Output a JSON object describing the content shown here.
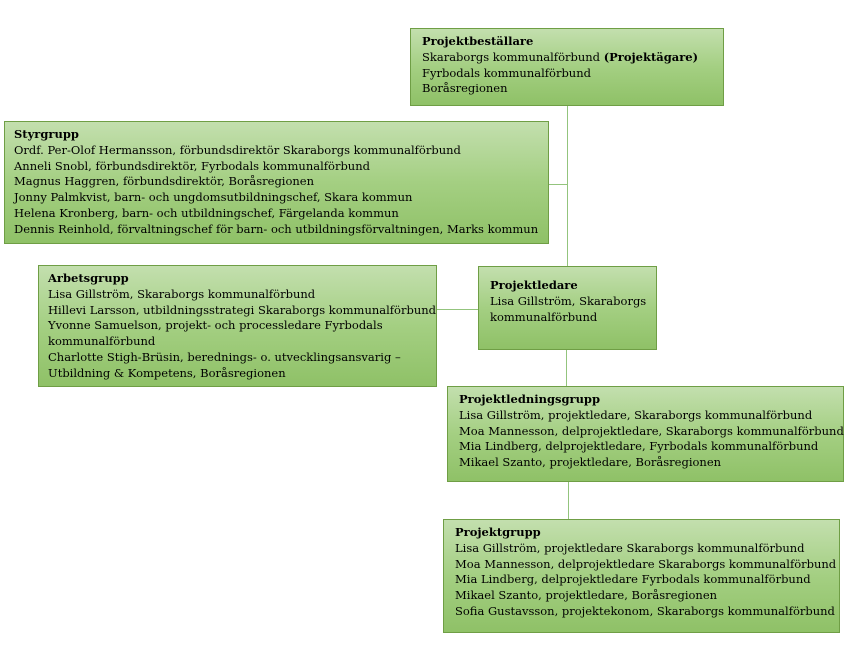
{
  "boxes": {
    "bestallare": {
      "title": "Projektbeställare",
      "line1_main": "Skaraborgs kommunalförbund ",
      "line1_bold": "(Projektägare)",
      "lines": [
        "Fyrbodals kommunalförbund",
        "Boråsregionen"
      ]
    },
    "styrgrupp": {
      "title": "Styrgrupp",
      "lines": [
        "Ordf. Per-Olof Hermansson, förbundsdirektör Skaraborgs kommunalförbund",
        "Anneli Snobl, förbundsdirektör, Fyrbodals kommunalförbund",
        "Magnus Haggren, förbundsdirektör, Boråsregionen",
        "Jonny Palmkvist, barn- och ungdomsutbildningschef, Skara kommun",
        "Helena Kronberg, barn- och utbildningschef, Färgelanda kommun",
        "Dennis Reinhold, förvaltningschef för barn- och utbildningsförvaltningen, Marks kommun"
      ]
    },
    "arbetsgrupp": {
      "title": "Arbetsgrupp",
      "lines": [
        "Lisa Gillström, Skaraborgs kommunalförbund",
        "Hillevi Larsson, utbildningsstrategi Skaraborgs kommunalförbund",
        "Yvonne Samuelson, projekt- och processledare Fyrbodals",
        "kommunalförbund",
        "Charlotte Stigh-Brüsin, berednings- o. utvecklingsansvarig –",
        "Utbildning & Kompetens, Boråsregionen"
      ]
    },
    "projektledare": {
      "title": "Projektledare",
      "lines": [
        "Lisa Gillström, Skaraborgs",
        "kommunalförbund"
      ]
    },
    "ledningsgrupp": {
      "title": "Projektledningsgrupp",
      "lines": [
        "Lisa Gillström, projektledare, Skaraborgs kommunalförbund",
        "Moa Mannesson, delprojektledare, Skaraborgs kommunalförbund",
        "Mia Lindberg, delprojektledare, Fyrbodals kommunalförbund",
        "Mikael Szanto, projektledare, Boråsregionen"
      ]
    },
    "projektgrupp": {
      "title": "Projektgrupp",
      "lines": [
        "Lisa Gillström, projektledare Skaraborgs kommunalförbund",
        "Moa Mannesson, delprojektledare Skaraborgs kommunalförbund",
        "Mia Lindberg, delprojektledare Fyrbodals kommunalförbund",
        "Mikael Szanto, projektledare, Boråsregionen",
        "Sofia Gustavsson, projektekonom, Skaraborgs kommunalförbund"
      ]
    }
  },
  "colors": {
    "box_top": "#c3dfae",
    "box_bottom": "#8fc167",
    "border": "#6f9e45",
    "connector": "#93c47d"
  }
}
